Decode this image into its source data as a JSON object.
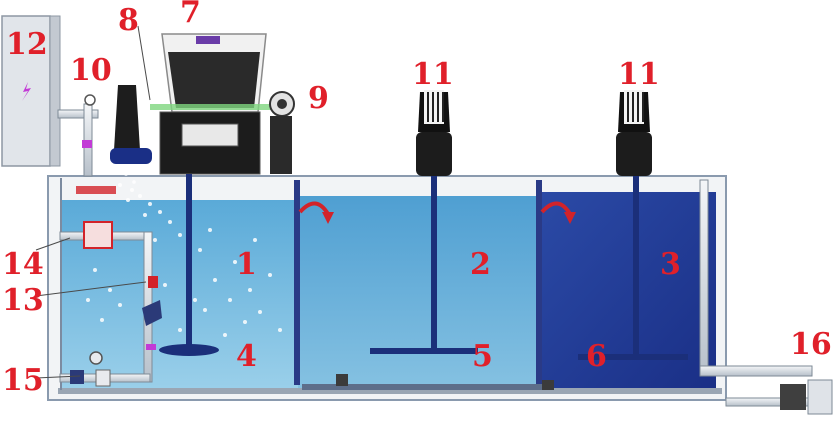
{
  "labels": {
    "n1": "1",
    "n2": "2",
    "n3": "3",
    "n4": "4",
    "n5": "5",
    "n6": "6",
    "n7": "7",
    "n8": "8",
    "n9": "9",
    "n10": "10",
    "n11a": "11",
    "n11b": "11",
    "n12": "12",
    "n13": "13",
    "n14": "14",
    "n15": "15",
    "n16": "16"
  },
  "colors": {
    "label_red": "#e0202a",
    "water_light": "#7fc3e4",
    "water_mid": "#58a9d6",
    "water_dark": "#1f3f9a",
    "shaft": "#1b2f7a",
    "motor": "#1c1c1c",
    "tank_outline": "#8a9aae",
    "panel": "#dfe3e8"
  },
  "icons": {
    "panel_symbol": "lightning-icon",
    "flow_arrows": "curved-arrow-icon"
  }
}
